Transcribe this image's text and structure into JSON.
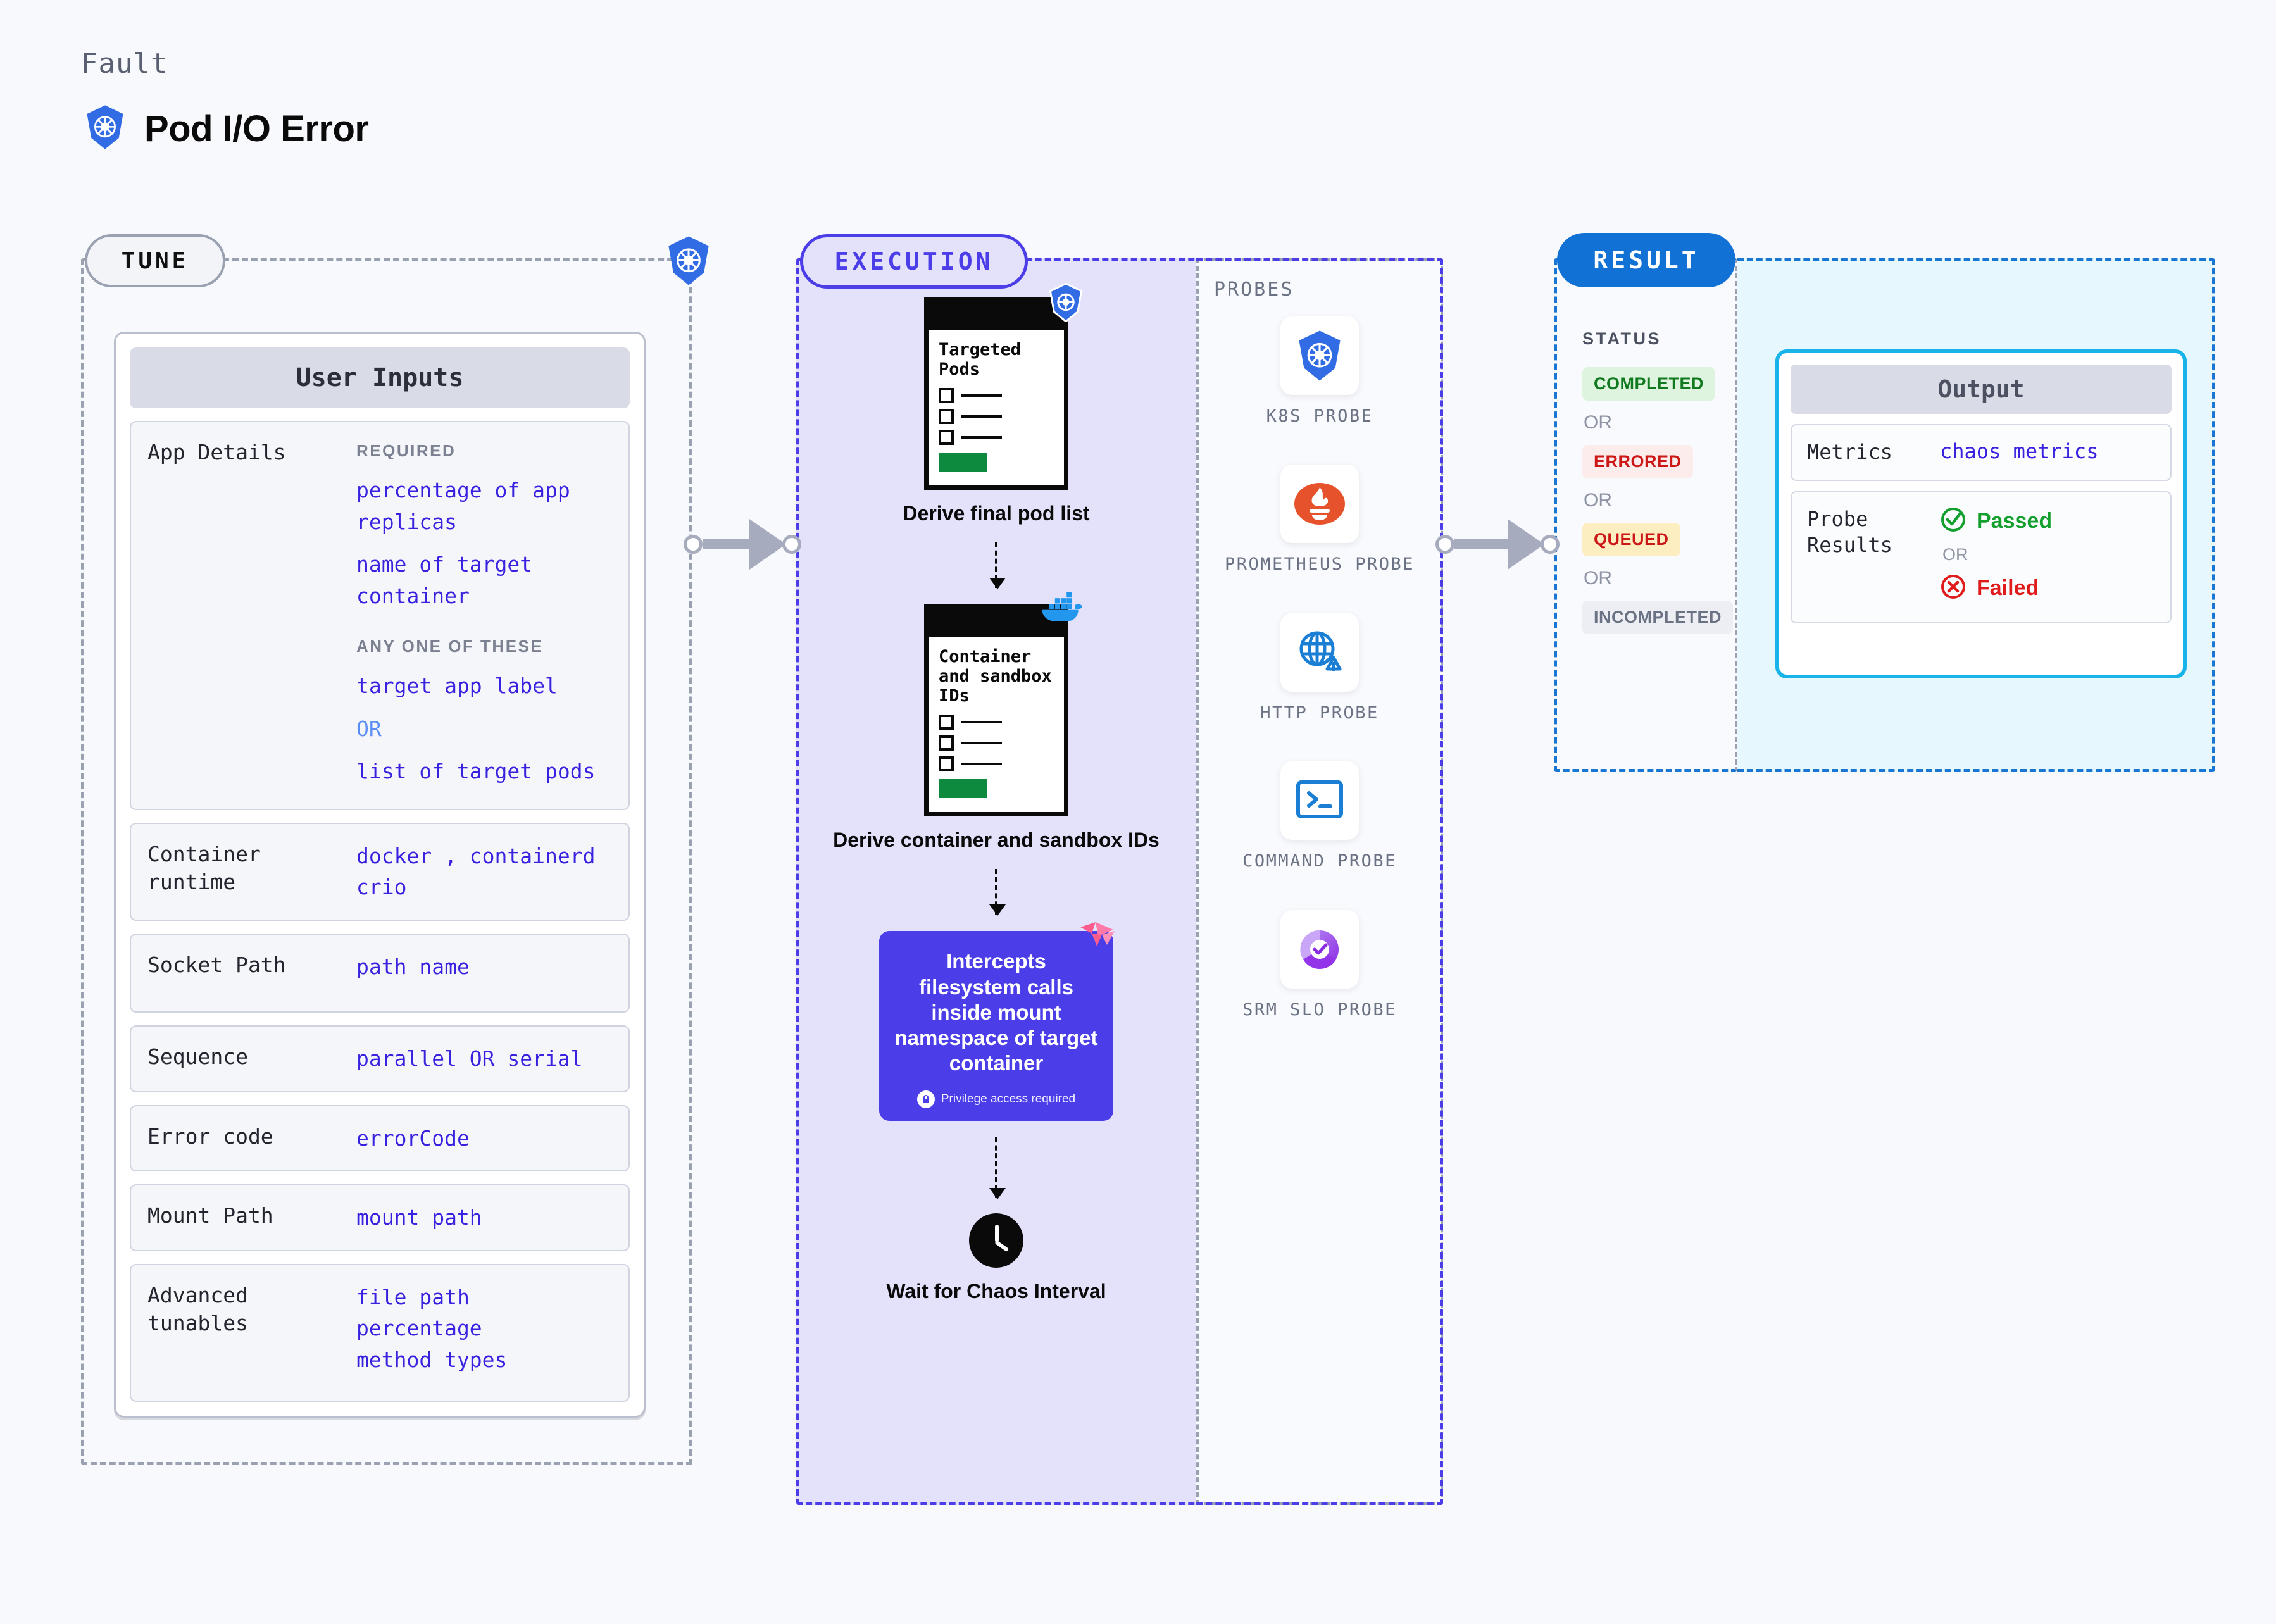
{
  "header": {
    "kicker": "Fault",
    "title": "Pod I/O Error",
    "icon": "kubernetes-icon"
  },
  "stages": {
    "tune": "TUNE",
    "execution": "EXECUTION",
    "result": "RESULT"
  },
  "tune": {
    "card_title": "User Inputs",
    "rows": [
      {
        "label": "App Details",
        "groups": [
          {
            "meta": "REQUIRED",
            "values": [
              "percentage of app replicas",
              "name of target container"
            ]
          },
          {
            "meta": "ANY ONE OF THESE",
            "values": [
              "target app label",
              "OR",
              "list of target pods"
            ]
          }
        ]
      },
      {
        "label": "Container runtime",
        "values": [
          "docker , containerd",
          "crio"
        ]
      },
      {
        "label": "Socket Path",
        "values": [
          "path name"
        ]
      },
      {
        "label": "Sequence",
        "values": [
          "parallel OR serial"
        ]
      },
      {
        "label": "Error code",
        "values": [
          "errorCode"
        ]
      },
      {
        "label": "Mount Path",
        "values": [
          "mount path"
        ]
      },
      {
        "label": "Advanced tunables",
        "values": [
          "file path",
          "percentage",
          "method types"
        ]
      }
    ]
  },
  "execution": {
    "nodes": [
      {
        "card_title": "Targeted Pods",
        "label": "Derive final pod list",
        "badge": "kubernetes-icon"
      },
      {
        "card_title": "Container and sandbox IDs",
        "label": "Derive container and sandbox IDs",
        "badge": "docker-icon"
      }
    ],
    "fault_box": {
      "text": "Intercepts filesystem calls inside mount namespace of target container",
      "note": "Privilege access required",
      "badge": "litmus-icon"
    },
    "wait_node": {
      "label": "Wait for Chaos Interval",
      "icon": "clock-icon"
    }
  },
  "probes": {
    "title": "PROBES",
    "items": [
      {
        "label": "K8S PROBE",
        "icon": "kubernetes-icon"
      },
      {
        "label": "PROMETHEUS PROBE",
        "icon": "prometheus-icon"
      },
      {
        "label": "HTTP PROBE",
        "icon": "globe-warning-icon"
      },
      {
        "label": "COMMAND PROBE",
        "icon": "terminal-icon"
      },
      {
        "label": "SRM SLO PROBE",
        "icon": "slo-gauge-icon"
      }
    ]
  },
  "result": {
    "status_title": "STATUS",
    "statuses": [
      {
        "label": "COMPLETED",
        "bg": "#dff4de",
        "fg": "#117a20"
      },
      {
        "label": "ERRORED",
        "bg": "#fdecec",
        "fg": "#cc1717"
      },
      {
        "label": "QUEUED",
        "bg": "#fdeec2",
        "fg": "#cc1717"
      },
      {
        "label": "INCOMPLETED",
        "bg": "#eceef4",
        "fg": "#6b7283"
      }
    ],
    "or_label": "OR"
  },
  "output": {
    "title": "Output",
    "metrics_label": "Metrics",
    "metrics_value": "chaos metrics",
    "probe_results_label": "Probe Results",
    "passed": "Passed",
    "failed": "Failed",
    "or_label": "OR"
  },
  "colors": {
    "k8s_blue": "#326ce5",
    "execution_purple": "#4b3ee8",
    "result_blue": "#1271d4",
    "output_cyan": "#18b4e9",
    "pass_green": "#14a02e",
    "fail_red": "#e01b1b"
  }
}
